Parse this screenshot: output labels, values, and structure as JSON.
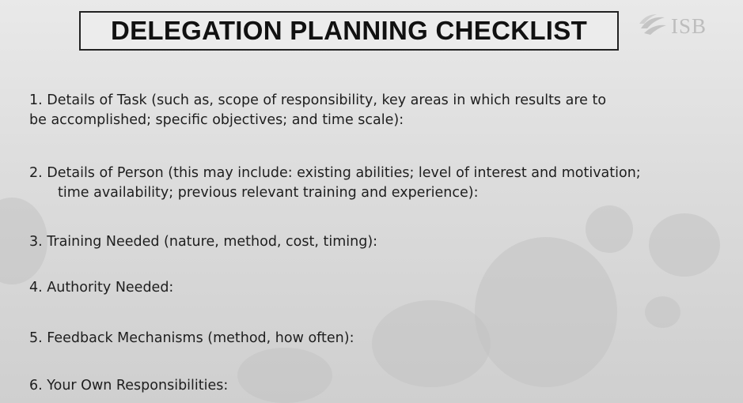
{
  "slide": {
    "title": "DELEGATION PLANNING CHECKLIST",
    "logo_text": "ISB"
  },
  "items": [
    {
      "line1": "1. Details of Task (such as, scope of responsibility, key areas in which results are to",
      "line2": "be accomplished; specific objectives; and time scale):"
    },
    {
      "line1": "2. Details of Person (this may include: existing abilities; level of interest and motivation;",
      "line2": "time availability; previous relevant training and experience):"
    },
    {
      "line1": "3. Training Needed (nature, method, cost, timing):"
    },
    {
      "line1": "4. Authority Needed:"
    },
    {
      "line1": "5. Feedback Mechanisms (method, how often):"
    },
    {
      "line1": "6. Your Own Responsibilities:"
    }
  ]
}
